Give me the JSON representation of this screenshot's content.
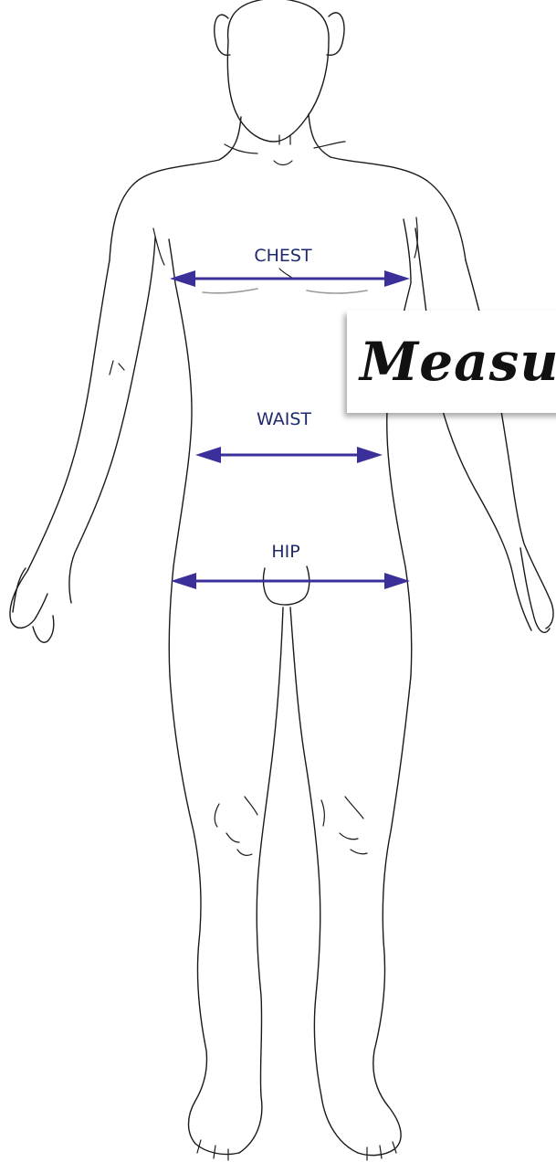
{
  "measurements": [
    {
      "id": "chest",
      "label": "CHEST"
    },
    {
      "id": "waist",
      "label": "WAIST"
    },
    {
      "id": "hip",
      "label": "HIP"
    }
  ],
  "banner": {
    "text": "Measu"
  },
  "colors": {
    "arrow": "#3b2f9a",
    "label": "#1f2a6b",
    "outline": "#1a1a1a"
  }
}
